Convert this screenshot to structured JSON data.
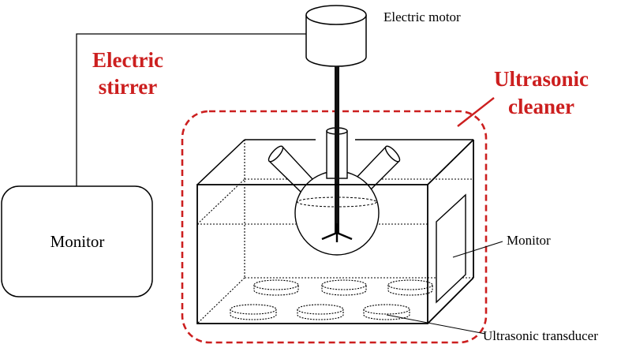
{
  "labels": {
    "electric_motor": "Electric motor",
    "electric_stirrer_line1": "Electric",
    "electric_stirrer_line2": "stirrer",
    "ultrasonic_cleaner_line1": "Ultrasonic",
    "ultrasonic_cleaner_line2": "cleaner",
    "monitor_left": "Monitor",
    "monitor_right": "Monitor",
    "ultrasonic_transducer": "Ultrasonic transducer"
  },
  "colors": {
    "accent_red": "#cc1f1f",
    "line": "#000000"
  }
}
